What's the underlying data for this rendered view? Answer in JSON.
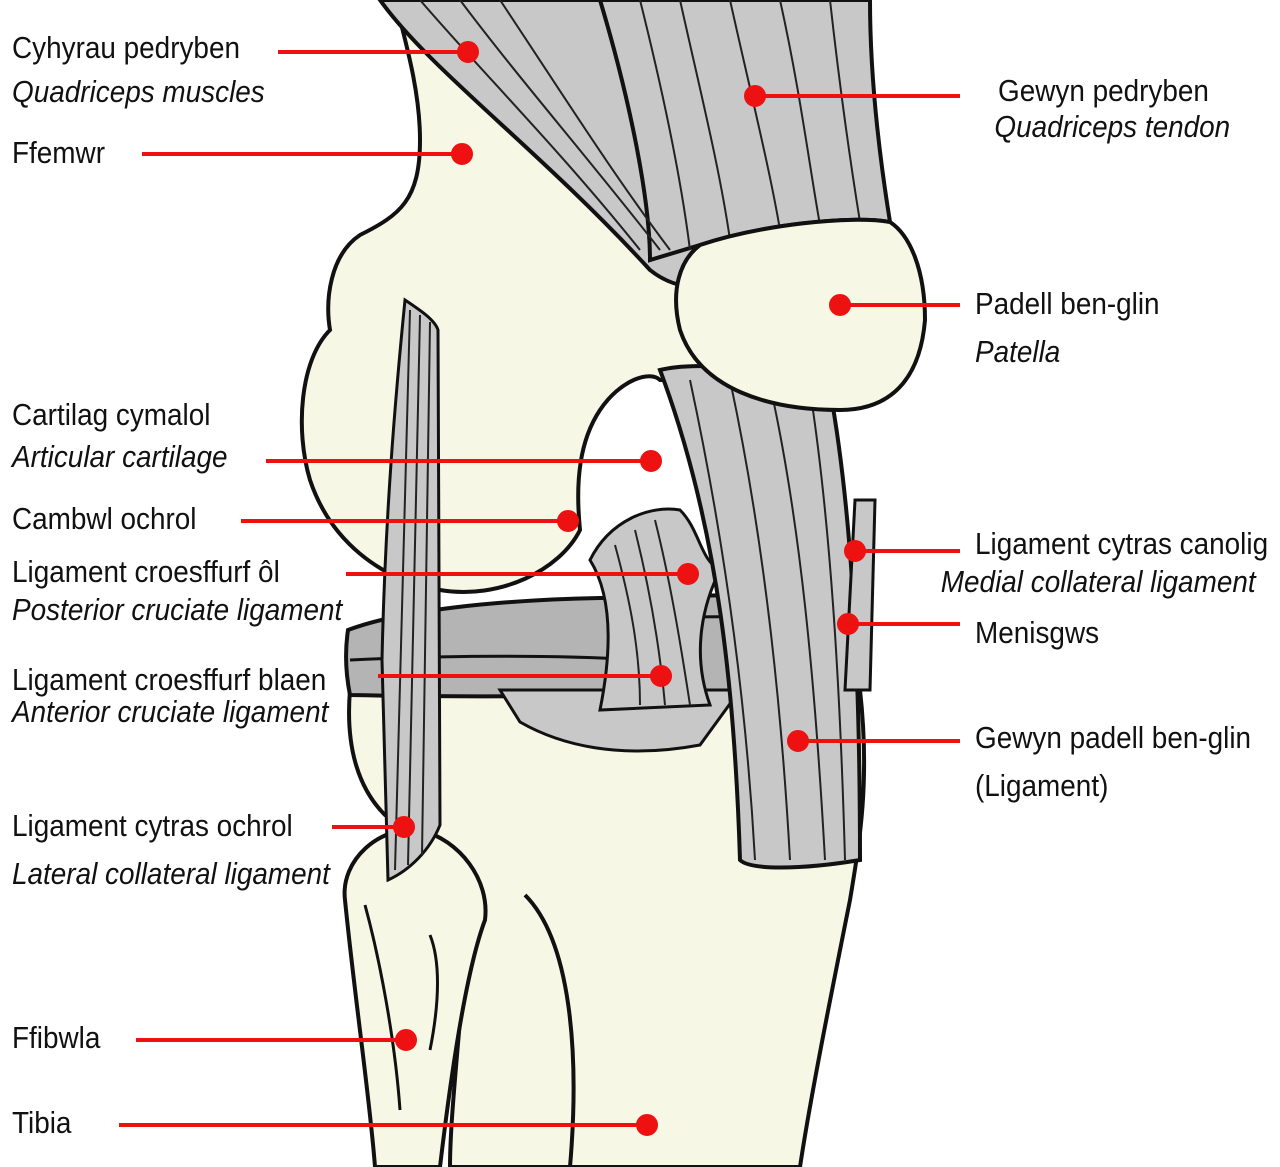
{
  "diagram": {
    "colors": {
      "bone": "#f7f7e6",
      "ligament": "#c8c8c8",
      "meniscus": "#b4b4b4",
      "outline": "#111111",
      "leader": "#ee1111"
    },
    "labels": {
      "quadriceps_muscles": {
        "welsh": "Cyhyrau pedryben",
        "latin": "Quadriceps muscles"
      },
      "femur": {
        "welsh": "Ffemwr"
      },
      "quadriceps_tendon": {
        "welsh": "Gewyn pedryben",
        "latin": "Quadriceps tendon"
      },
      "patella": {
        "welsh": "Padell ben-glin",
        "latin": "Patella"
      },
      "articular_cartilage": {
        "welsh": "Cartilag cymalol",
        "latin": "Articular cartilage"
      },
      "lateral_condyle": {
        "welsh": "Cambwl ochrol"
      },
      "posterior_cruciate": {
        "welsh": "Ligament croesffurf ôl",
        "latin": "Posterior cruciate ligament"
      },
      "medial_collateral": {
        "welsh": "Ligament cytras canolig",
        "latin": "Medial collateral ligament"
      },
      "meniscus": {
        "welsh": "Menisgws"
      },
      "anterior_cruciate": {
        "welsh": "Ligament croesffurf blaen",
        "latin": "Anterior cruciate ligament"
      },
      "patellar_ligament": {
        "welsh": "Gewyn padell ben-glin",
        "latin": "(Ligament)"
      },
      "lateral_collateral": {
        "welsh": "Ligament cytras ochrol",
        "latin": "Lateral collateral ligament"
      },
      "fibula": {
        "welsh": "Ffibwla"
      },
      "tibia": {
        "welsh": "Tibia"
      }
    }
  }
}
